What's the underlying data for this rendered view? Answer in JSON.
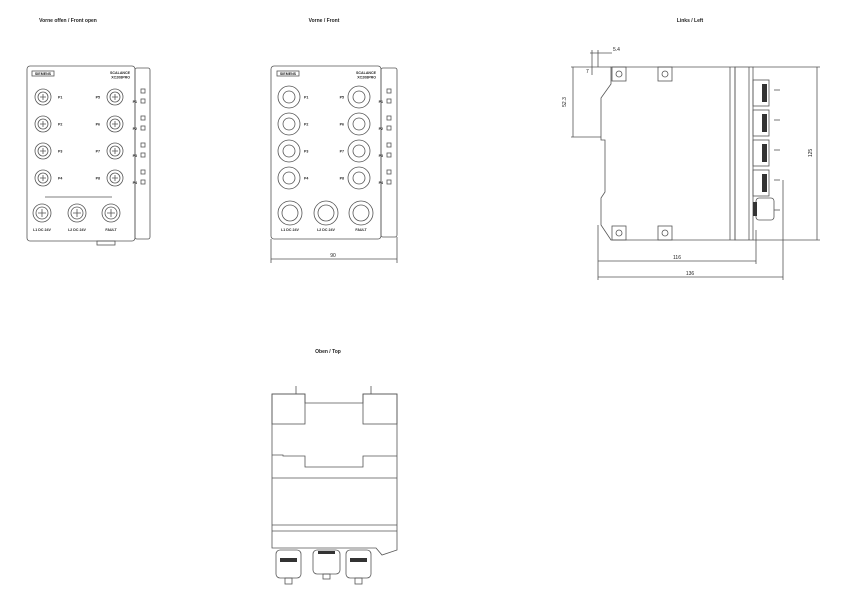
{
  "views": {
    "front_open": {
      "title": "Vorne offen / Front open"
    },
    "front": {
      "title": "Vorne / Front",
      "width_dim": "90"
    },
    "left": {
      "title": "Links / Left",
      "dims": {
        "a": "5.4",
        "b": "7",
        "c": "52.3",
        "height": "125",
        "d1": "116",
        "d2": "136"
      }
    },
    "top": {
      "title": "Oben / Top"
    }
  },
  "device": {
    "brand": "SIEMENS",
    "model_line1": "SCALANCE",
    "model_line2": "XC208PRO",
    "ports_left": [
      "P1",
      "P2",
      "P3",
      "P4"
    ],
    "ports_right": [
      "P5",
      "P6",
      "P7",
      "P8"
    ],
    "power_labels": [
      "L1 DC 24V",
      "L2 DC 24V",
      "FAULT"
    ],
    "led_labels": [
      "P1",
      "P2",
      "P3",
      "P4"
    ]
  }
}
